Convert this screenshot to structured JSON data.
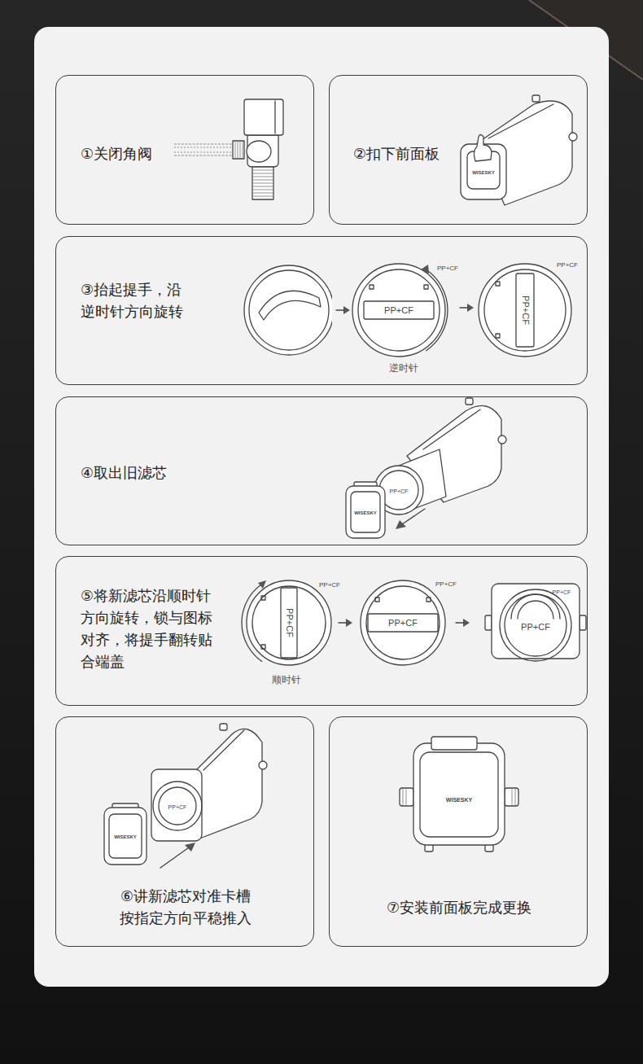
{
  "diagram": {
    "nodes": [
      {
        "text": [
          "①关闭角阀"
        ]
      },
      {
        "text": [
          "②扣下前面板"
        ]
      },
      {
        "text": [
          "③抬起提手，沿 逆时针方向旋转"
        ]
      },
      {
        "text": [
          "④取出旧滤芯"
        ]
      },
      {
        "text": [
          "⑤将新滤芯沿顺时针 方向旋转，锁与图标 对齐，将提手翻转贴 合端盖"
        ]
      },
      {
        "text": [
          "⑥讲新滤芯对准卡槽 按指定方向平稳推入"
        ]
      },
      {
        "text": [
          "⑦安装前面板完成更换"
        ]
      }
    ],
    "labels": [
      "WISESKY",
      "PP+CF",
      "PP+CF",
      "逆时针",
      "PP+CF",
      "PP+CF",
      "PP+CF",
      "WISESKY",
      "PP+CF",
      "PP+CF",
      "顺时针",
      "PP+CF",
      "PP+CF",
      "PP+CF",
      "PP+CF",
      "PP+CF",
      "WISESKY",
      "WISESKY"
    ]
  }
}
